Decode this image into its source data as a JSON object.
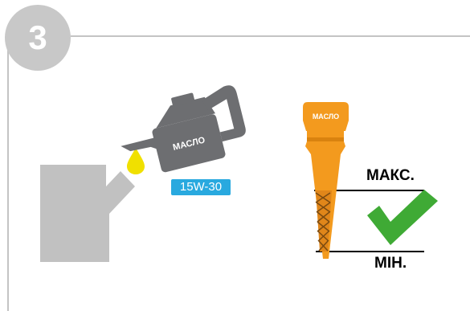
{
  "step": {
    "number": "3"
  },
  "oil_can": {
    "label": "МАСЛО",
    "grade": "15W-30"
  },
  "dipstick": {
    "label": "МАСЛО",
    "max_label": "МАКС.",
    "min_label": "МІН."
  },
  "colors": {
    "frame": "#c4c4c4",
    "badge": "#c8c8c8",
    "can": "#6d6e71",
    "drop": "#f0e000",
    "grade_badge": "#29a9df",
    "dipstick": "#f39a1e",
    "check": "#3faa35",
    "engine": "#c1c1c1"
  },
  "icons": [
    "oil-can-icon",
    "oil-drop-icon",
    "engine-filler-icon",
    "dipstick-icon",
    "check-mark-icon"
  ]
}
